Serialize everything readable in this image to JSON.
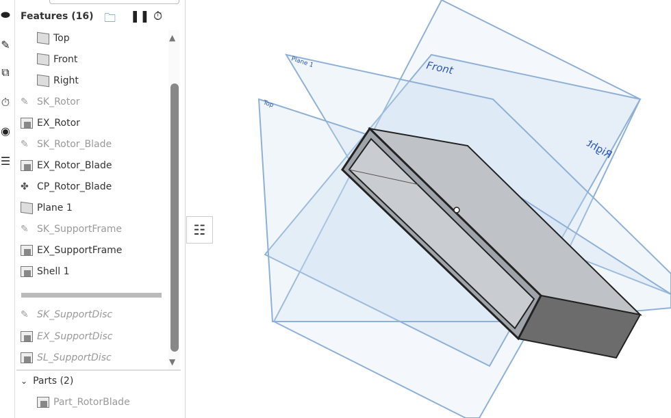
{
  "features": {
    "title": "Features (16)",
    "items": [
      {
        "label": "Top",
        "type": "plane",
        "state": "normal"
      },
      {
        "label": "Front",
        "type": "plane",
        "state": "normal"
      },
      {
        "label": "Right",
        "type": "plane",
        "state": "normal"
      },
      {
        "label": "SK_Rotor",
        "type": "sketch",
        "state": "dim"
      },
      {
        "label": "EX_Rotor",
        "type": "extrude",
        "state": "normal"
      },
      {
        "label": "SK_Rotor_Blade",
        "type": "sketch",
        "state": "dim"
      },
      {
        "label": "EX_Rotor_Blade",
        "type": "extrude",
        "state": "normal"
      },
      {
        "label": "CP_Rotor_Blade",
        "type": "pattern",
        "state": "normal"
      },
      {
        "label": "Plane 1",
        "type": "plane",
        "state": "normal"
      },
      {
        "label": "SK_SupportFrame",
        "type": "sketch",
        "state": "dim"
      },
      {
        "label": "EX_SupportFrame",
        "type": "extrude",
        "state": "normal"
      },
      {
        "label": "Shell 1",
        "type": "shell",
        "state": "normal"
      },
      {
        "label": "SK_SupportDisc",
        "type": "sketch",
        "state": "suppressed"
      },
      {
        "label": "EX_SupportDisc",
        "type": "extrude",
        "state": "suppressed"
      },
      {
        "label": "SL_SupportDisc",
        "type": "shell",
        "state": "suppressed"
      }
    ]
  },
  "parts": {
    "title": "Parts (2)",
    "items": [
      "Part_RotorBlade"
    ]
  },
  "viewport": {
    "plane_labels": {
      "front": "Front",
      "right": "Right",
      "top": "Top",
      "plane1": "Plane 1"
    }
  },
  "colors": {
    "accent": "#1a5fb4",
    "plane": "#7fa3cc"
  }
}
